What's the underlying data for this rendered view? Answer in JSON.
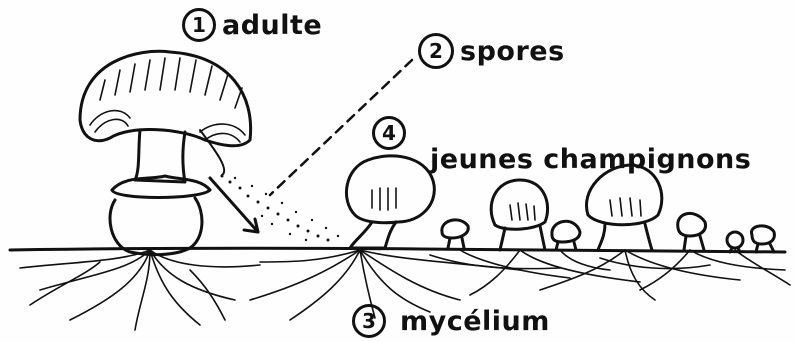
{
  "labels": {
    "adult": {
      "number": "1",
      "text": "adulte"
    },
    "spores": {
      "number": "2",
      "text": "spores"
    },
    "mycelium": {
      "number": "3",
      "text": "mycélium"
    },
    "young": {
      "number": "4",
      "text": "jeunes champignons"
    }
  },
  "colors": {
    "ink": "#111111",
    "paper": "#fefefe"
  }
}
